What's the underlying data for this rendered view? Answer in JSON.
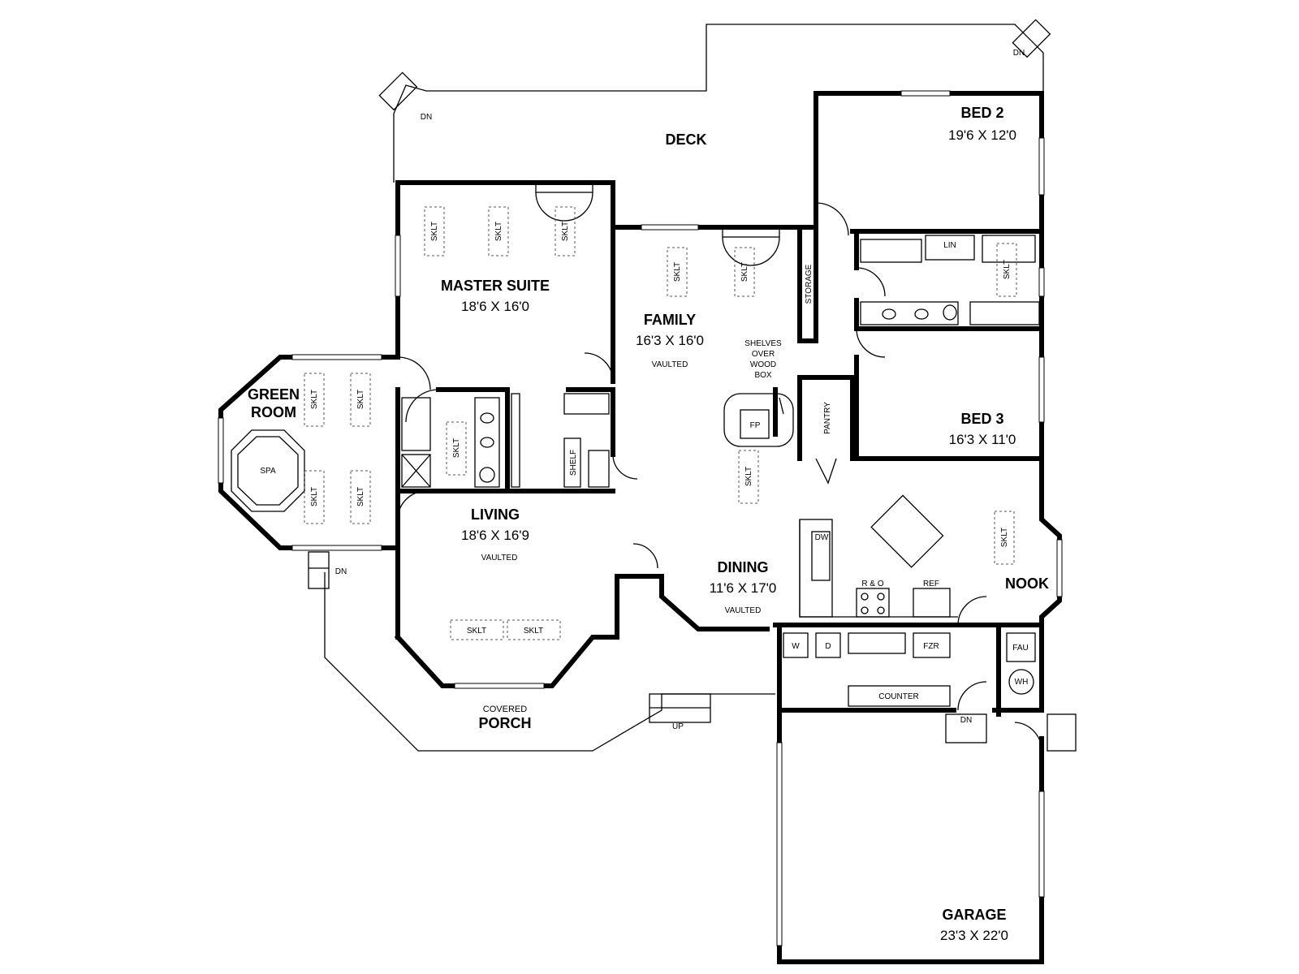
{
  "rooms": {
    "deck": {
      "name": "DECK"
    },
    "bed2": {
      "name": "BED 2",
      "size": "19'6 X 12'0"
    },
    "master": {
      "name": "MASTER SUITE",
      "size": "18'6 X 16'0"
    },
    "family": {
      "name": "FAMILY",
      "size": "16'3 X 16'0",
      "note": "VAULTED"
    },
    "bed3": {
      "name": "BED 3",
      "size": "16'3 X 11'0"
    },
    "green": {
      "line1": "GREEN",
      "line2": "ROOM"
    },
    "living": {
      "name": "LIVING",
      "size": "18'6 X 16'9",
      "note": "VAULTED"
    },
    "dining": {
      "name": "DINING",
      "size": "11'6 X 17'0",
      "note": "VAULTED"
    },
    "nook": {
      "name": "NOOK"
    },
    "porch": {
      "line1": "COVERED",
      "line2": "PORCH"
    },
    "garage": {
      "name": "GARAGE",
      "size": "23'3 X 22'0"
    }
  },
  "labels": {
    "dn": "DN",
    "up": "UP",
    "sklt": "SKLT",
    "storage": "STORAGE",
    "pantry": "PANTRY",
    "shelf": "SHELF",
    "lin": "LIN",
    "fp": "FP",
    "spa": "SPA",
    "dw": "DW",
    "ro": "R & O",
    "ref": "REF",
    "w": "W",
    "d": "D",
    "fzr": "FZR",
    "fau": "FAU",
    "wh": "WH",
    "counter": "COUNTER",
    "shelves": [
      "SHELVES",
      "OVER",
      "WOOD",
      "BOX"
    ]
  }
}
